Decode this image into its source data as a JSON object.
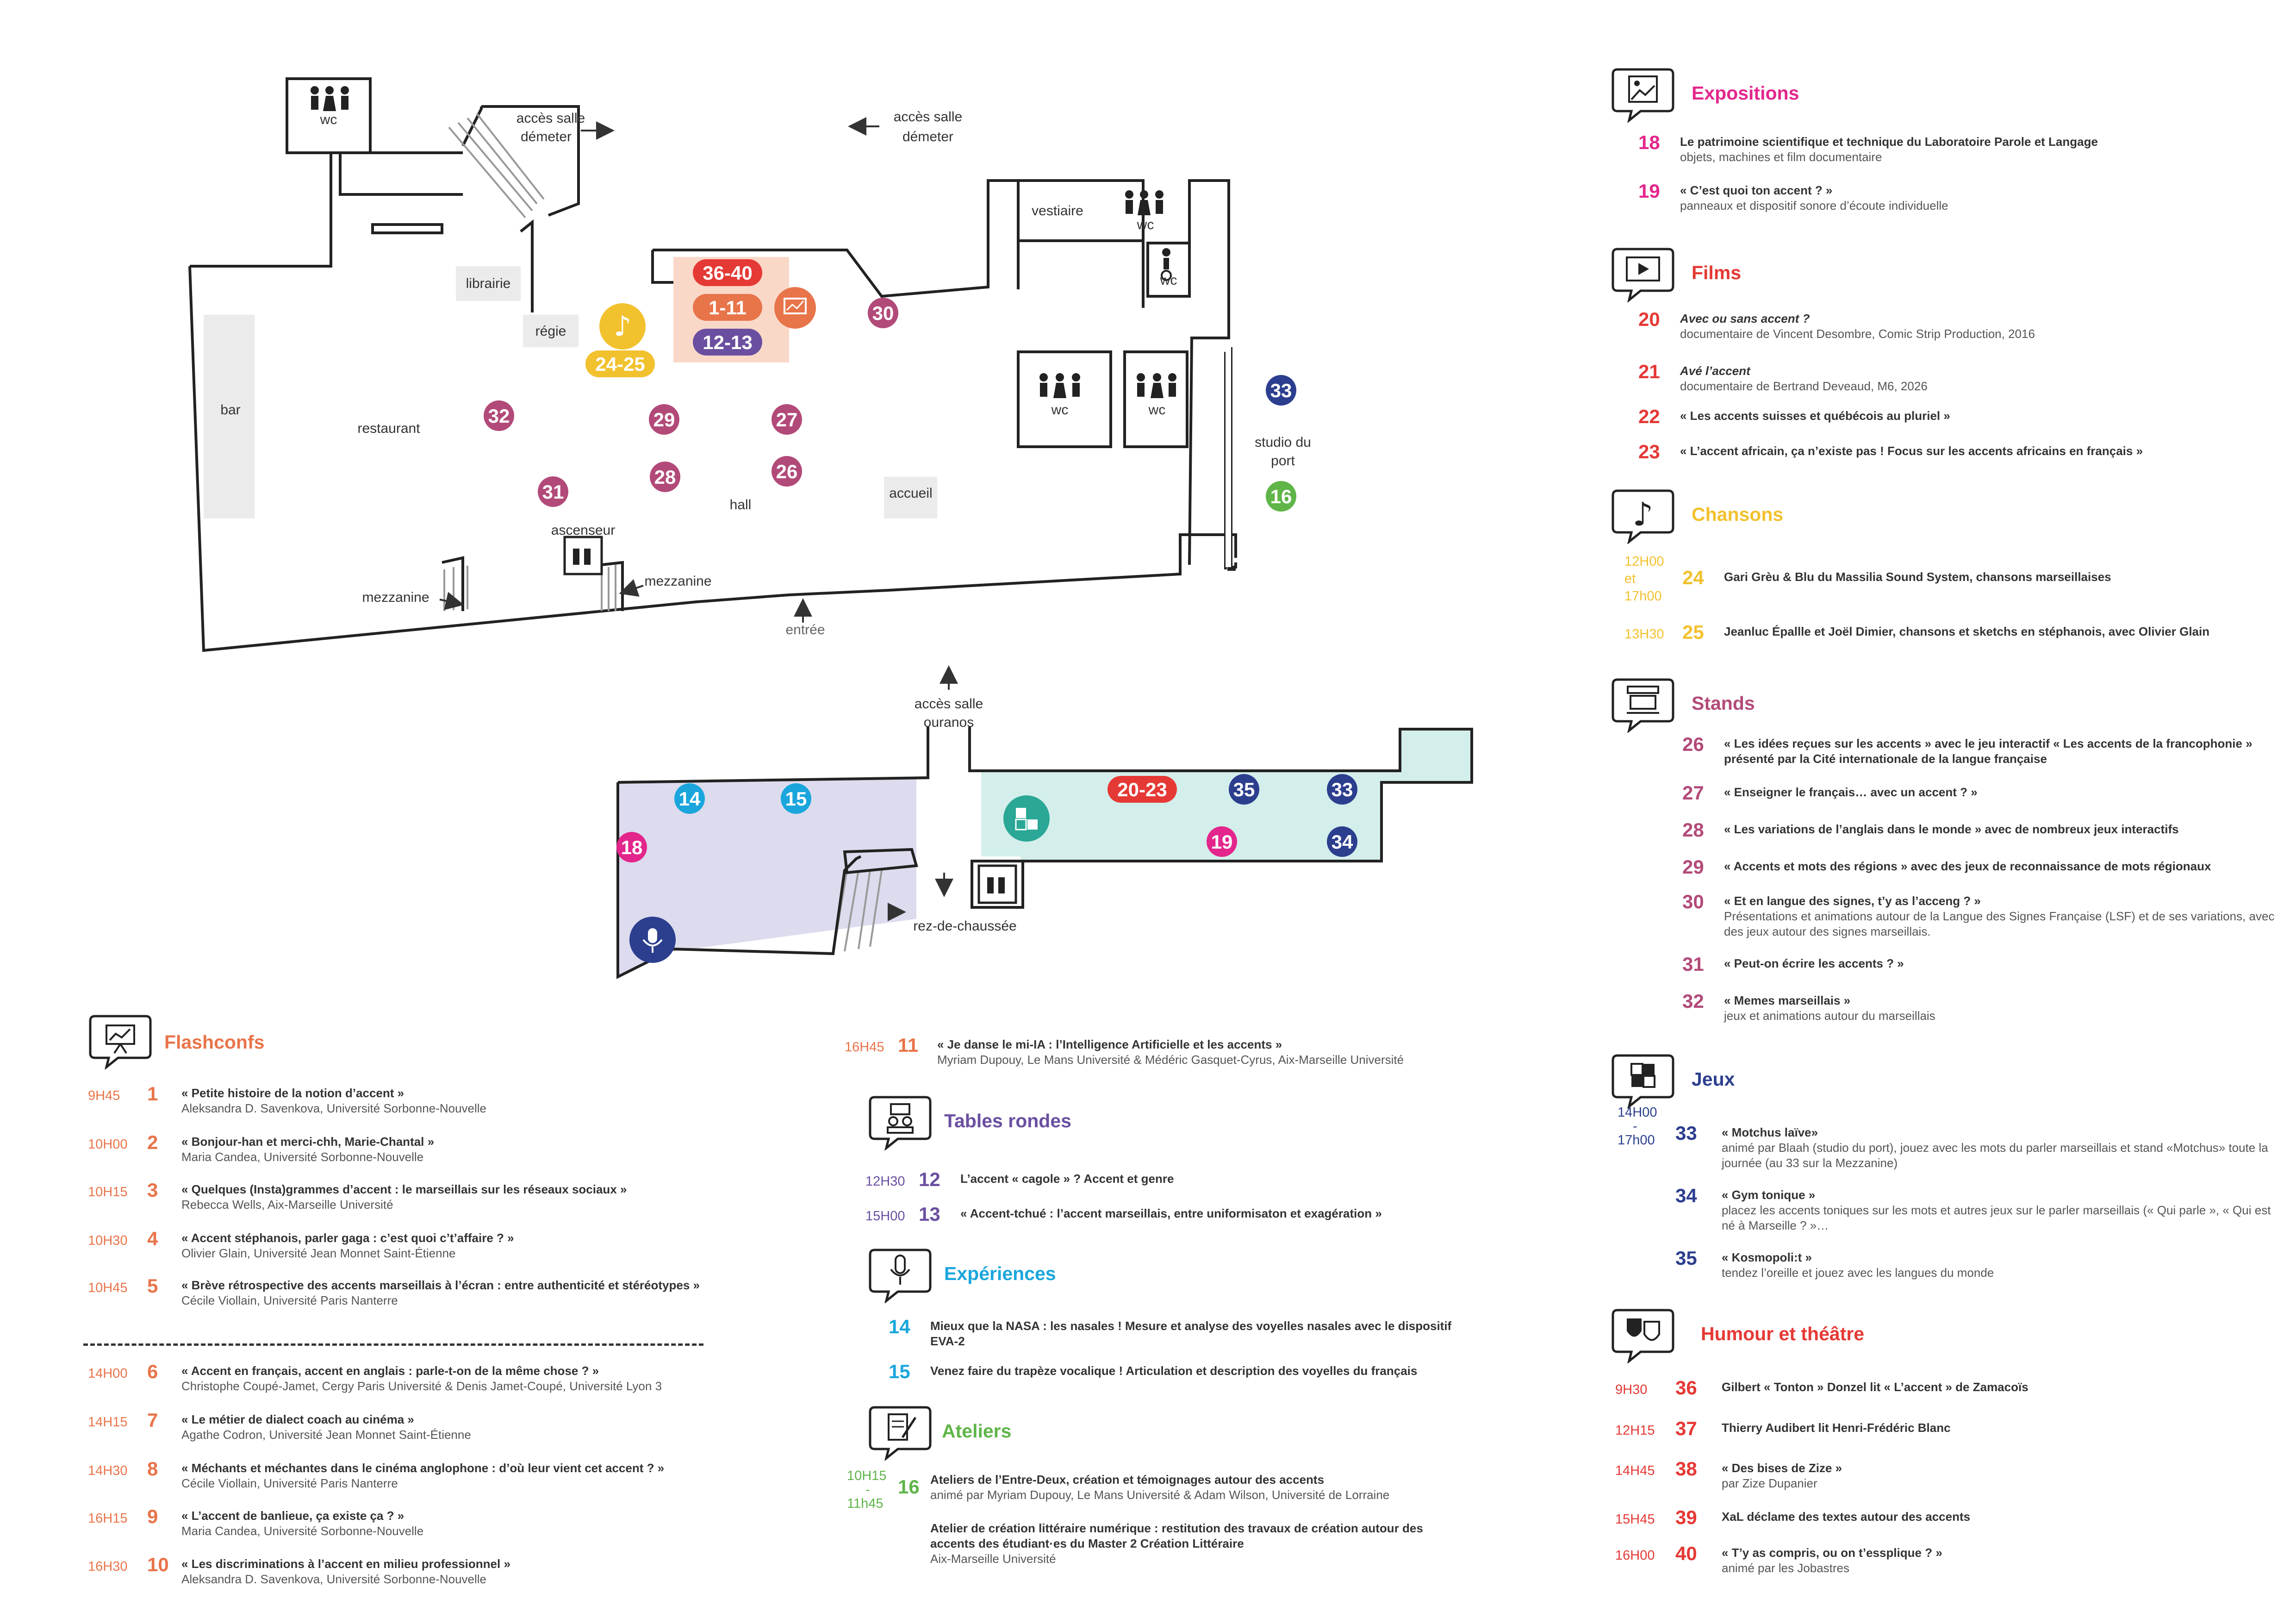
{
  "colors": {
    "flash": "#e8744a",
    "tables": "#6a4fa0",
    "exp": "#1aa6dc",
    "ateliers": "#5fb548",
    "expo": "#e3268c",
    "films": "#e53935",
    "chansons": "#f2c12e",
    "stands": "#b24a79",
    "jeux": "#2c3e8e",
    "humour": "#e53935",
    "orange_zone": "#f9d8c8",
    "purple_zone": "#dcdcee",
    "teal_zone": "#d4efeb"
  },
  "map": {
    "labels": {
      "acces_demeter": "accès salle",
      "demeter": "démeter",
      "wc": "wc",
      "vestiaire": "vestiaire",
      "librairie": "librairie",
      "regie": "régie",
      "bar": "bar",
      "restaurant": "restaurant",
      "hall": "hall",
      "accueil": "accueil",
      "ascenseur": "ascenseur",
      "mezzanine": "mezzanine",
      "entree": "entrée",
      "studio1": "studio du",
      "studio2": "port",
      "acces_ouranos": "accès salle",
      "ouranos": "ouranos",
      "rdc": "rez-de-chaussée"
    },
    "markers": [
      "36-40",
      "1-11",
      "12-13",
      "24-25",
      "30",
      "32",
      "29",
      "27",
      "31",
      "28",
      "26",
      "33",
      "16",
      "14",
      "15",
      "18",
      "20-23",
      "35",
      "33",
      "19",
      "34"
    ]
  },
  "flashconfs": {
    "title": "Flashconfs",
    "entries": [
      {
        "time": "9H45",
        "num": "1",
        "title": "« Petite histoire de la notion d’accent »",
        "sub": "Aleksandra D. Savenkova, Université Sorbonne-Nouvelle"
      },
      {
        "time": "10H00",
        "num": "2",
        "title": "« Bonjour-han et merci-chh, Marie-Chantal »",
        "sub": "Maria Candea, Université Sorbonne-Nouvelle"
      },
      {
        "time": "10H15",
        "num": "3",
        "title": "« Quelques (Insta)grammes d’accent : le marseillais sur les réseaux sociaux »",
        "sub": "Rebecca Wells, Aix-Marseille Université"
      },
      {
        "time": "10H30",
        "num": "4",
        "title": "« Accent stéphanois, parler gaga : c’est quoi c’t’affaire ? »",
        "sub": "Olivier Glain, Université Jean Monnet Saint-Étienne"
      },
      {
        "time": "10H45",
        "num": "5",
        "title": "« Brève rétrospective des accents marseillais à l’écran : entre authenticité et stéréotypes »",
        "sub": "Cécile Viollain, Université Paris Nanterre"
      },
      {
        "time": "14H00",
        "num": "6",
        "title": "« Accent en français, accent en anglais : parle-t-on de la même chose ? »",
        "sub": "Christophe Coupé-Jamet, Cergy Paris Université & Denis Jamet-Coupé, Université Lyon 3"
      },
      {
        "time": "14H15",
        "num": "7",
        "title": "« Le métier de dialect coach au cinéma »",
        "sub": "Agathe Codron, Université Jean Monnet Saint-Étienne"
      },
      {
        "time": "14H30",
        "num": "8",
        "title": "« Méchants et méchantes dans le cinéma anglophone : d’où leur vient cet accent ? »",
        "sub": "Cécile Viollain, Université Paris Nanterre"
      },
      {
        "time": "16H15",
        "num": "9",
        "title": "« L’accent de banlieue, ça existe ça ? »",
        "sub": "Maria Candea, Université Sorbonne-Nouvelle"
      },
      {
        "time": "16H30",
        "num": "10",
        "title": "« Les discriminations à l’accent en milieu professionnel »",
        "sub": "Aleksandra D. Savenkova, Université Sorbonne-Nouvelle"
      },
      {
        "time": "16H45",
        "num": "11",
        "title": "« Je danse le mi-IA : l’Intelligence Artificielle et les accents »",
        "sub": "Myriam Dupouy, Le Mans Université & Médéric Gasquet-Cyrus, Aix-Marseille Université"
      }
    ]
  },
  "tables": {
    "title": "Tables rondes",
    "entries": [
      {
        "time": "12H30",
        "num": "12",
        "title": "L’accent « cagole » ? Accent et genre",
        "sub": ""
      },
      {
        "time": "15H00",
        "num": "13",
        "title": "« Accent-tchué : l’accent marseillais, entre uniformisaton et exagération »",
        "sub": ""
      }
    ]
  },
  "experiences": {
    "title": "Expériences",
    "entries": [
      {
        "time": "",
        "num": "14",
        "title": "Mieux que la NASA : les nasales ! Mesure et analyse des voyelles nasales avec le dispositif EVA-2",
        "sub": ""
      },
      {
        "time": "",
        "num": "15",
        "title": "Venez faire du trapèze vocalique ! Articulation et description des voyelles du français",
        "sub": ""
      }
    ]
  },
  "ateliers": {
    "title": "Ateliers",
    "time1": "10H15",
    "time_sep": "-",
    "time2": "11h45",
    "num": "16",
    "entries": [
      {
        "title": "Ateliers de l’Entre-Deux, création et témoignages autour des accents",
        "sub": "animé par Myriam Dupouy, Le Mans Université & Adam Wilson, Université de Lorraine"
      },
      {
        "title": "Atelier de création littéraire numérique : restitution des travaux de création autour des accents des étudiant·es du Master 2 Création Littéraire",
        "sub": "Aix-Marseille Université"
      }
    ]
  },
  "expositions": {
    "title": "Expositions",
    "entries": [
      {
        "time": "",
        "num": "18",
        "title": "Le patrimoine scientifique et technique du Laboratoire Parole et Langage",
        "sub": "objets, machines et film documentaire"
      },
      {
        "time": "",
        "num": "19",
        "title": "« C’est quoi ton accent ? »",
        "sub": "panneaux et dispositif sonore d’écoute individuelle"
      }
    ]
  },
  "films": {
    "title": "Films",
    "entries": [
      {
        "time": "",
        "num": "20",
        "title": "Avec ou sans accent ?",
        "sub": "documentaire de Vincent Desombre, Comic Strip Production, 2016"
      },
      {
        "time": "",
        "num": "21",
        "title": "Avé l’accent",
        "sub": "documentaire de Bertrand Deveaud, M6, 2026"
      },
      {
        "time": "",
        "num": "22",
        "title": "« Les accents suisses et québécois au pluriel »",
        "sub": ""
      },
      {
        "time": "",
        "num": "23",
        "title": "« L’accent africain, ça n’existe pas ! Focus sur les accents africains en français »",
        "sub": ""
      }
    ]
  },
  "chansons": {
    "title": "Chansons",
    "time1": "12H00",
    "time_sep": "et",
    "time2": "17h00",
    "entries": [
      {
        "time": "",
        "num": "24",
        "title": "Gari Grèu  & Blu du Massilia Sound System, chansons marseillaises",
        "sub": ""
      },
      {
        "time": "13H30",
        "num": "25",
        "title": "Jeanluc Épallle et Joël Dimier, chansons et sketchs en stéphanois, avec Olivier Glain",
        "sub": ""
      }
    ]
  },
  "stands": {
    "title": "Stands",
    "entries": [
      {
        "time": "",
        "num": "26",
        "title": "« Les idées reçues sur les accents » avec le jeu interactif « Les accents de la francophonie » présenté par la Cité internationale de la langue française",
        "sub": ""
      },
      {
        "time": "",
        "num": "27",
        "title": "« Enseigner le français… avec un accent ? »",
        "sub": ""
      },
      {
        "time": "",
        "num": "28",
        "title": "« Les variations de l’anglais dans le monde » avec de nombreux jeux interactifs",
        "sub": ""
      },
      {
        "time": "",
        "num": "29",
        "title": "« Accents et mots des régions » avec des jeux de reconnaissance de mots régionaux",
        "sub": ""
      },
      {
        "time": "",
        "num": "30",
        "title": "« Et en langue des signes, t’y as l’acceng ? »",
        "sub": "Présentations et animations autour de la Langue des Signes Française (LSF) et de ses variations, avec des jeux autour des signes marseillais."
      },
      {
        "time": "",
        "num": "31",
        "title": "« Peut-on écrire les accents ? »",
        "sub": ""
      },
      {
        "time": "",
        "num": "32",
        "title": "« Memes marseillais »",
        "sub": "jeux et animations autour du marseillais"
      }
    ]
  },
  "jeux": {
    "title": "Jeux",
    "time1": "14H00",
    "time_sep": "-",
    "time2": "17h00",
    "entries": [
      {
        "time": "",
        "num": "33",
        "title": "« Motchus laïve»",
        "sub": "animé par Blaah (studio du port), jouez avec les mots du parler marseillais et stand «Motchus» toute la journée (au 33 sur la Mezzanine)"
      },
      {
        "time": "",
        "num": "34",
        "title": "« Gym tonique »",
        "sub": "placez les accents toniques sur les mots et autres jeux sur le parler marseillais (« Qui parle », « Qui est né à Marseille ? »…"
      },
      {
        "time": "",
        "num": "35",
        "title": "« Kosmopoli:t »",
        "sub": "tendez l’oreille et jouez avec les langues du monde"
      }
    ]
  },
  "humour": {
    "title": "Humour et théâtre",
    "entries": [
      {
        "time": "9H30",
        "num": "36",
        "title": "Gilbert « Tonton » Donzel lit « L’accent » de Zamacoïs",
        "sub": ""
      },
      {
        "time": "12H15",
        "num": "37",
        "title": "Thierry Audibert lit Henri-Frédéric Blanc",
        "sub": ""
      },
      {
        "time": "14H45",
        "num": "38",
        "title": "« Des bises de Zize »",
        "sub": "par Zize Dupanier"
      },
      {
        "time": "15H45",
        "num": "39",
        "title": "XaL déclame des textes autour des accents",
        "sub": ""
      },
      {
        "time": "16H00",
        "num": "40",
        "title": "« T’y as compris, ou on t’esspliquе ? »",
        "sub": "animé par les Jobastres"
      }
    ]
  }
}
